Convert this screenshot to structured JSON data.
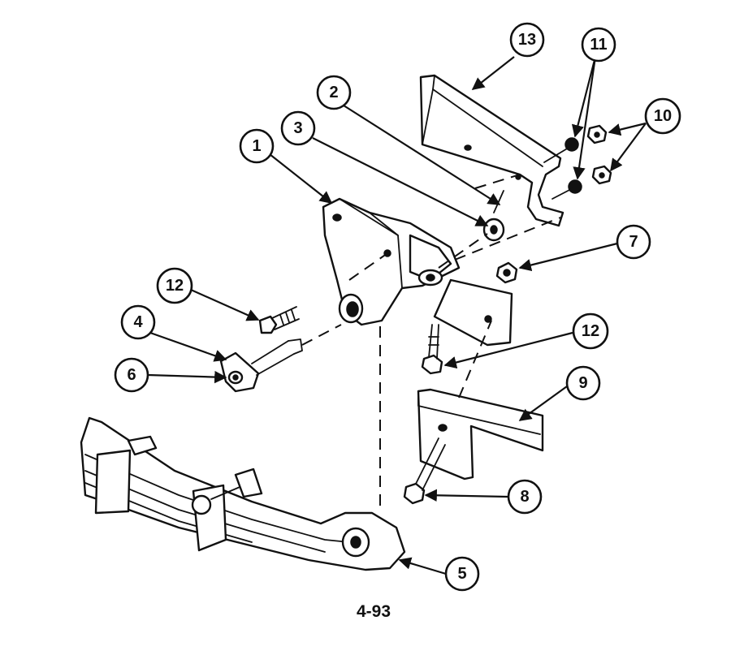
{
  "figure": {
    "label": "4-93"
  },
  "callouts": [
    {
      "id": "c13",
      "number": "13"
    },
    {
      "id": "c11",
      "number": "11"
    },
    {
      "id": "c2",
      "number": "2"
    },
    {
      "id": "c10",
      "number": "10"
    },
    {
      "id": "c3",
      "number": "3"
    },
    {
      "id": "c1",
      "number": "1"
    },
    {
      "id": "c7",
      "number": "7"
    },
    {
      "id": "c12a",
      "number": "12"
    },
    {
      "id": "c12b",
      "number": "12"
    },
    {
      "id": "c4",
      "number": "4"
    },
    {
      "id": "c6",
      "number": "6"
    },
    {
      "id": "c9",
      "number": "9"
    },
    {
      "id": "c8",
      "number": "8"
    },
    {
      "id": "c5",
      "number": "5"
    }
  ]
}
